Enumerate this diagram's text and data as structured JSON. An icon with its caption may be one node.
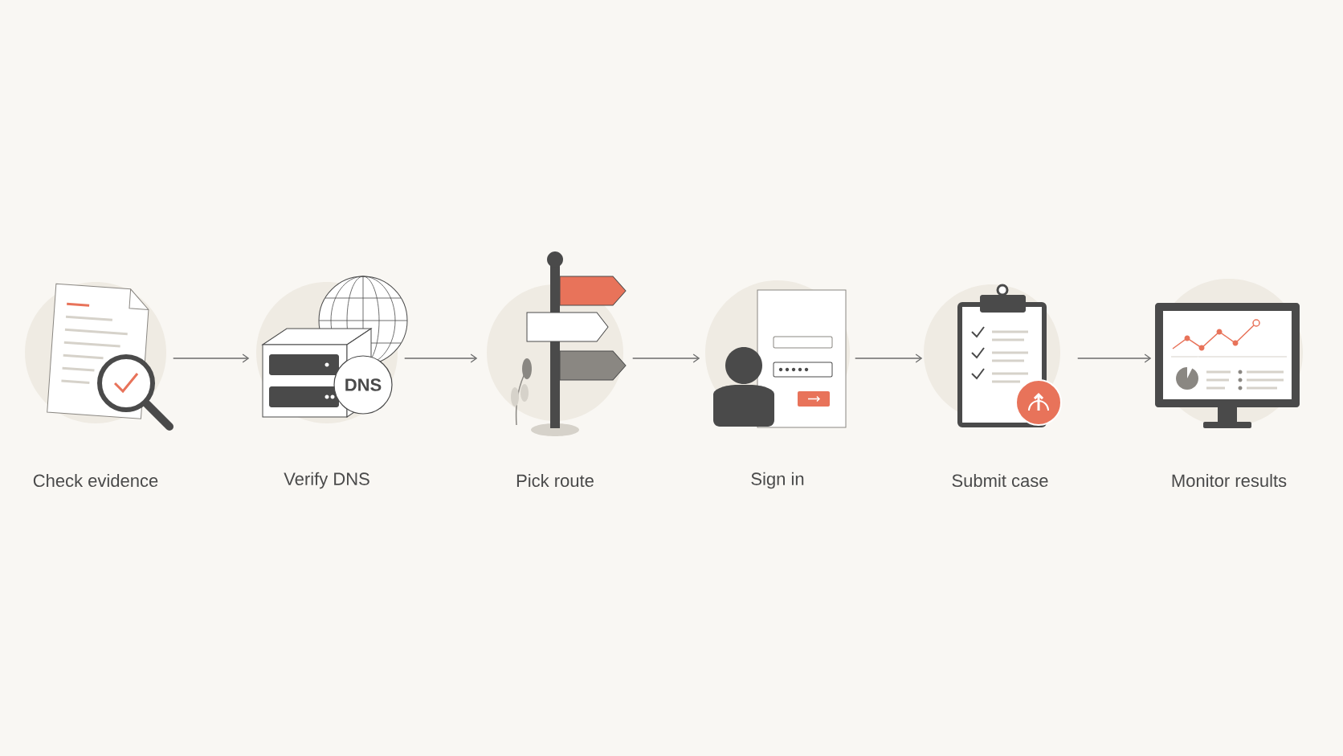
{
  "diagram": {
    "nodes": [
      {
        "text": [
          "Check evidence"
        ]
      },
      {
        "text": [
          "Verify DNS"
        ]
      },
      {
        "text": [
          "Pick route"
        ]
      },
      {
        "text": [
          "Sign in"
        ]
      },
      {
        "text": [
          "Submit case"
        ]
      },
      {
        "text": [
          "Monitor results"
        ]
      }
    ],
    "edges": [
      {
        "from": 0,
        "to": 1,
        "arrow": "to"
      },
      {
        "from": 1,
        "to": 2,
        "arrow": "to"
      },
      {
        "from": 2,
        "to": 3,
        "arrow": "to"
      },
      {
        "from": 3,
        "to": 4,
        "arrow": "to"
      },
      {
        "from": 4,
        "to": 5,
        "arrow": "to"
      }
    ],
    "labels": [
      "DNS"
    ]
  }
}
